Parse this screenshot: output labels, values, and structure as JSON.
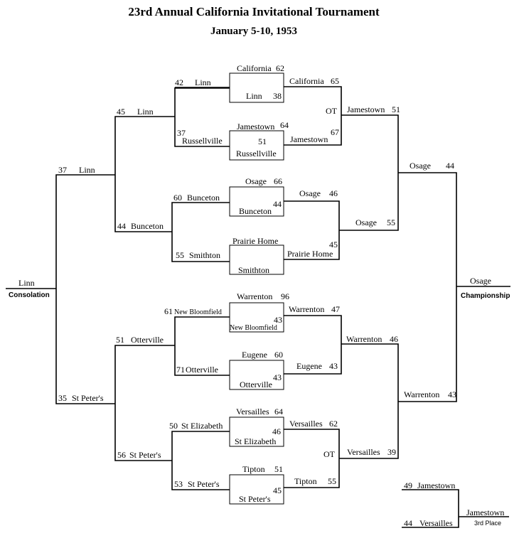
{
  "header": {
    "title": "23rd Annual California Invitational Tournament",
    "dates": "January 5-10, 1953"
  },
  "games": {
    "g1": {
      "top_team": "California",
      "top_score": "62",
      "bottom_team": "Linn",
      "bottom_score": "38"
    },
    "g2": {
      "top_team": "Jamestown",
      "top_score": "64",
      "bottom_team": "Russellville",
      "bottom_score": "51"
    },
    "g3": {
      "top_team": "Osage",
      "top_score": "66",
      "bottom_team": "Bunceton",
      "bottom_score": "44"
    },
    "g4": {
      "top_team": "Prairie Home",
      "top_score": "",
      "bottom_team": "Smithton",
      "bottom_score": ""
    },
    "g5": {
      "top_team": "Warrenton",
      "top_score": "96",
      "bottom_team": "New Bloomfield",
      "bottom_score": "43"
    },
    "g6": {
      "top_team": "Eugene",
      "top_score": "60",
      "bottom_team": "Otterville",
      "bottom_score": "43"
    },
    "g7": {
      "top_team": "Versailles",
      "top_score": "64",
      "bottom_team": "St Elizabeth",
      "bottom_score": "46"
    },
    "g8": {
      "top_team": "Tipton",
      "top_score": "51",
      "bottom_team": "St Peter's",
      "bottom_score": "45"
    }
  },
  "consolation_r1": {
    "m1": {
      "top_score": "42",
      "top_team": "Linn",
      "bottom_score": "37",
      "bottom_team": "Russellville"
    },
    "m2": {
      "top_score": "60",
      "top_team": "Bunceton",
      "bottom_score": "55",
      "bottom_team": "Smithton"
    },
    "m3": {
      "top_score": "61",
      "top_team": "New Bloomfield",
      "bottom_score": "71",
      "bottom_team": "Otterville"
    },
    "m4": {
      "top_score": "50",
      "top_team": "St Elizabeth",
      "bottom_score": "53",
      "bottom_team": "St Peter's"
    }
  },
  "consolation_r2": {
    "m1": {
      "top_score": "45",
      "top_team": "Linn",
      "bottom_score": "44",
      "bottom_team": "Bunceton"
    },
    "m2": {
      "top_score": "51",
      "top_team": "Otterville",
      "bottom_score": "56",
      "bottom_team": "St Peter's"
    }
  },
  "consolation_r3": {
    "top_score": "37",
    "top_team": "Linn",
    "bottom_score": "35",
    "bottom_team": "St Peter's"
  },
  "consolation_final": {
    "winner": "Linn",
    "label": "Consolation"
  },
  "champ_r1": {
    "m1": {
      "top_team": "California",
      "top_score": "65",
      "ot": "OT",
      "bottom_team": "Jamestown",
      "bottom_score": "67"
    },
    "m2": {
      "top_team": "Osage",
      "top_score": "46",
      "bottom_team": "Prairie Home",
      "bottom_score": "45"
    },
    "m3": {
      "top_team": "Warrenton",
      "top_score": "47",
      "bottom_team": "Eugene",
      "bottom_score": "43"
    },
    "m4": {
      "top_team": "Versailles",
      "top_score": "62",
      "ot": "OT",
      "bottom_team": "Tipton",
      "bottom_score": "55"
    }
  },
  "champ_r2": {
    "m1": {
      "top_team": "Jamestown",
      "top_score": "51",
      "bottom_team": "Osage",
      "bottom_score": "55"
    },
    "m2": {
      "top_team": "Warrenton",
      "top_score": "46",
      "bottom_team": "Versailles",
      "bottom_score": "39"
    }
  },
  "champ_r3": {
    "top_team": "Osage",
    "top_score": "44",
    "bottom_team": "Warrenton",
    "bottom_score": "43"
  },
  "champ_final": {
    "winner": "Osage",
    "label": "Championship"
  },
  "third_place": {
    "top_score": "49",
    "top_team": "Jamestown",
    "bottom_score": "44",
    "bottom_team": "Versailles",
    "winner": "Jamestown",
    "label": "3rd Place"
  }
}
